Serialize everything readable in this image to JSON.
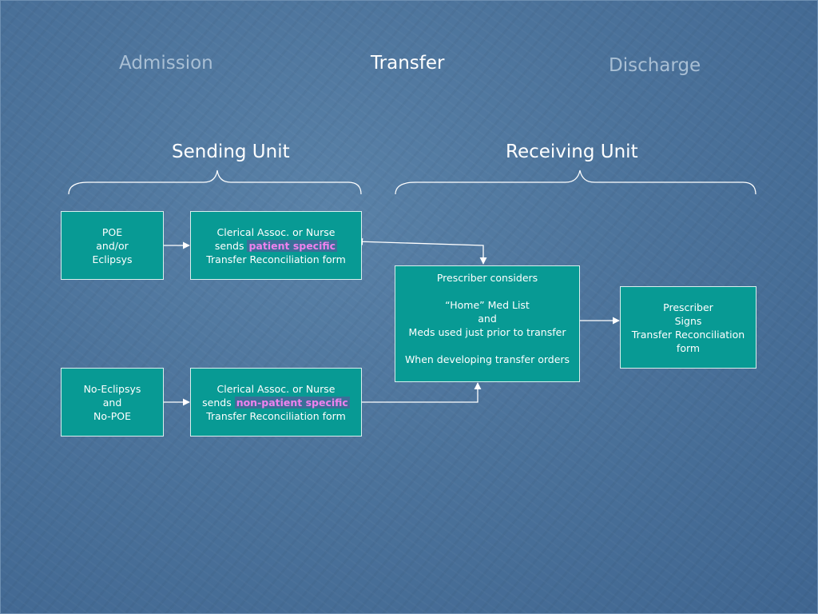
{
  "header": {
    "tabs": [
      {
        "label": "Admission",
        "active": false
      },
      {
        "label": "Transfer",
        "active": true
      },
      {
        "label": "Discharge",
        "active": false
      }
    ]
  },
  "units": {
    "sending": "Sending Unit",
    "receiving": "Receiving Unit"
  },
  "nodes": {
    "poe": {
      "lines": [
        "POE",
        "and/or",
        "Eclipsys"
      ]
    },
    "no_eclipsys": {
      "lines": [
        "No-Eclipsys",
        "and",
        "No-POE"
      ]
    },
    "clerical_patient": {
      "line1": "Clerical Assoc. or Nurse",
      "line2_prefix": "sends ",
      "line2_highlight": "patient specific",
      "line3": "Transfer Reconciliation form"
    },
    "clerical_non_patient": {
      "line1": "Clerical Assoc. or Nurse",
      "line2_prefix": "sends ",
      "line2_highlight": "non-patient specific",
      "line3": "Transfer Reconciliation form"
    },
    "prescriber_considers": {
      "line1": "Prescriber considers",
      "line2": "“Home” Med List",
      "line3": "and",
      "line4": "Meds used just prior to transfer",
      "line5": "When developing transfer orders"
    },
    "prescriber_signs": {
      "lines": [
        "Prescriber",
        "Signs",
        "Transfer Reconciliation",
        "form"
      ]
    }
  },
  "colors": {
    "box_fill": "#089a94",
    "highlight_text": "#ee82ee",
    "tab_inactive": "#a9bfd4",
    "tab_active": "#ffffff"
  }
}
